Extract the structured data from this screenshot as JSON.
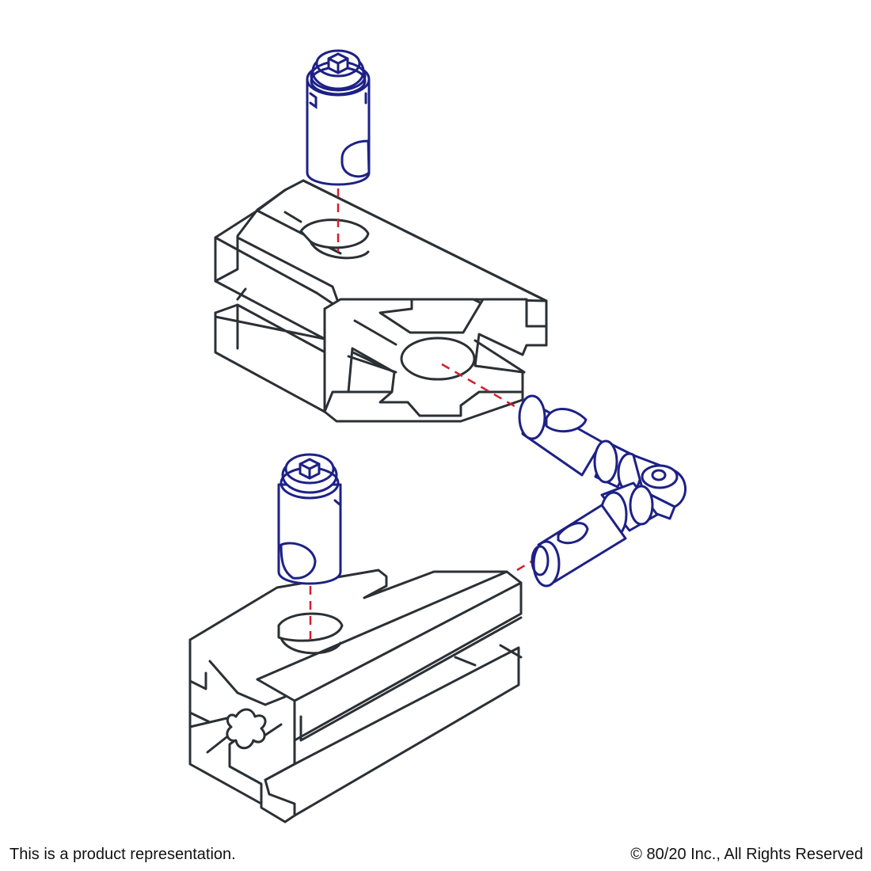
{
  "footer": {
    "disclaimer": "This is a product representation.",
    "copyright": "© 80/20 Inc., All Rights Reserved"
  },
  "colors": {
    "extrusion_outline": "#2b3035",
    "hardware_outline": "#1d2186",
    "assembly_axis": "#d0202e",
    "background": "#ffffff"
  },
  "icons": [
    "socket-head-cap-screw",
    "pivot-joint",
    "t-slot-profile"
  ]
}
